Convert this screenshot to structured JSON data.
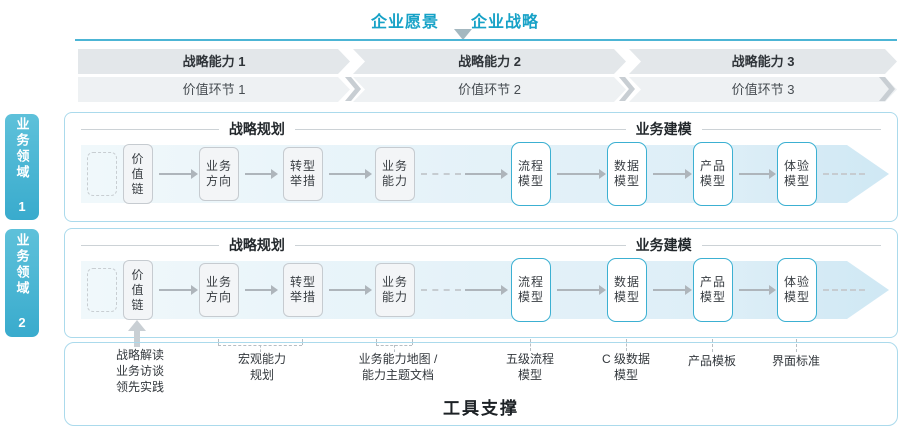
{
  "header": {
    "vision": "企业愿景",
    "strategy": "企业战略"
  },
  "capability_bar": {
    "items": [
      {
        "label": "战略能力 1"
      },
      {
        "label": "战略能力 2"
      },
      {
        "label": "战略能力 3"
      }
    ]
  },
  "value_chain_bar": {
    "items": [
      {
        "label": "价值环节 1"
      },
      {
        "label": "价值环节 2"
      },
      {
        "label": "价值环节 3"
      }
    ]
  },
  "domains": [
    {
      "label": "业务领域 1",
      "sections": {
        "planning": "战略规划",
        "modeling": "业务建模"
      },
      "boxes": [
        {
          "label": "价\n值\n链"
        },
        {
          "label": "业务\n方向"
        },
        {
          "label": "转型\n举措"
        },
        {
          "label": "业务\n能力"
        },
        {
          "label": "流程\n模型"
        },
        {
          "label": "数据\n模型"
        },
        {
          "label": "产品\n模型"
        },
        {
          "label": "体验\n模型"
        }
      ]
    },
    {
      "label": "业务领域 2",
      "sections": {
        "planning": "战略规划",
        "modeling": "业务建模"
      },
      "boxes": [
        {
          "label": "价\n值\n链"
        },
        {
          "label": "业务\n方向"
        },
        {
          "label": "转型\n举措"
        },
        {
          "label": "业务\n能力"
        },
        {
          "label": "流程\n模型"
        },
        {
          "label": "数据\n模型"
        },
        {
          "label": "产品\n模型"
        },
        {
          "label": "体验\n模型"
        }
      ]
    }
  ],
  "annotations": [
    {
      "label": "战略解读\n业务访谈\n领先实践"
    },
    {
      "label": "宏观能力\n规划"
    },
    {
      "label": "业务能力地图 /\n能力主题文档"
    },
    {
      "label": "五级流程\n模型"
    },
    {
      "label": "C 级数据\n模型"
    },
    {
      "label": "产品模板"
    },
    {
      "label": "界面标准"
    }
  ],
  "tools": {
    "label": "工具支撑"
  },
  "colors": {
    "teal_text": "#17a2c7",
    "tab_teal": "#42b2d2",
    "panel_border": "#abdaec",
    "band_blue": "#ddeef7",
    "chevron_gray": "#e3e7ea",
    "chevron_light": "#eef1f3",
    "teal_box_border": "#3cb0d2"
  }
}
